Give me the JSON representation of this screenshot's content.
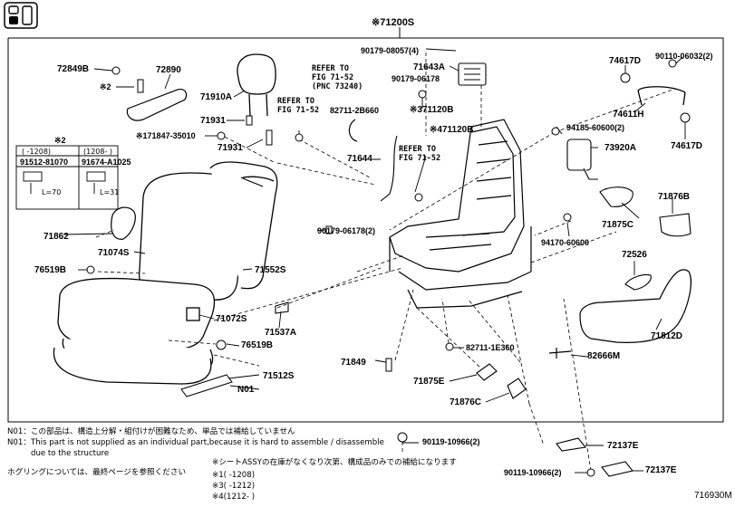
{
  "diagram_id": "716930M",
  "assembly_label": "※71200S",
  "parts": {
    "p71200s": "※71200S",
    "p90179_08057": "90179-08057(4)",
    "p90110_06032": "90110-06032(2)",
    "p72849b": "72849B",
    "p72890": "72890",
    "p2_mark": "※2",
    "p71910a": "71910A",
    "p71643a": "71643A",
    "p90179_06178": "90179-06178",
    "p74617d_top": "74617D",
    "p74611h": "74611H",
    "p74617d_right": "74617D",
    "p71931_a": "71931",
    "p71931_b": "71931",
    "p171847": "※171847-35010",
    "p82711_2b660": "82711-2B660",
    "p371120b": "※371120B",
    "p471120b": "※471120B",
    "p94185": "94185-60600(2)",
    "p73920a": "73920A",
    "p71644": "71644",
    "p71876b": "71876B",
    "p71875c": "71875C",
    "p90179_06178_2": "90179-06178(2)",
    "p94170": "94170-60600",
    "p71862": "71862",
    "p71074s": "71074S",
    "p72526": "72526",
    "p76519b_top": "76519B",
    "p71552s": "71552S",
    "p71072s": "71072S",
    "p71537a": "71537A",
    "p71812d": "71812D",
    "p76519b_bot": "76519B",
    "p82711_1e360": "82711-1E360",
    "p82666m": "82666M",
    "p71849": "71849",
    "p71512s": "71512S",
    "p71875e": "71875E",
    "p71876c": "71876C",
    "p_n01": "N01",
    "p90119_10966_a": "90119-10966(2)",
    "p72137e_a": "72137E",
    "p90119_10966_b": "90119-10966(2)",
    "p72137e_b": "72137E"
  },
  "refs": {
    "ref1": "REFER TO\nFIG 71-52\n(PNC 73240)",
    "ref2": "REFER TO\nFIG 71-52",
    "ref3": "REFER TO\nFIG 71-52"
  },
  "bolt_table": {
    "mark": "※2",
    "col1_range": "(    -1208)",
    "col2_range": "(1208-    )",
    "col1_part": "91512-81070",
    "col2_part": "91674-A1025",
    "col1_len": "L=70",
    "col2_len": "L=31"
  },
  "notes": {
    "n01_jp": "N01：この部品は、構造上分解・組付けが困難なため、単品では補給していません",
    "n01_en1": "N01：This part is not supplied as an individual part,because it is hard to assemble / disassemble",
    "n01_en2": "due to the structure",
    "hog": "ホグリングについては、最終ページを参照ください",
    "seat_note": "※シートASSYの在庫がなくなり次第、構成品のみでの補給になります",
    "r1": "※1(    -1208)",
    "r3": "※3(    -1212)",
    "r4": "※4(1212-    )"
  }
}
